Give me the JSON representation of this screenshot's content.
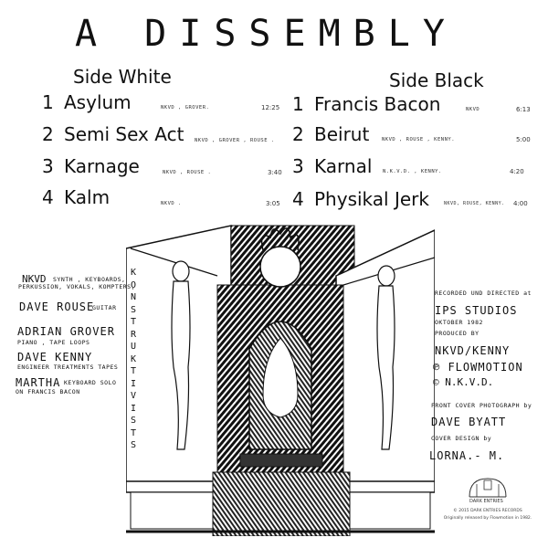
{
  "title": "A DISSEMBLY",
  "side_white": {
    "header": "Side White",
    "tracks": [
      {
        "num": "1",
        "name": "Asylum",
        "credit": "NKVD , GROVER.",
        "duration": "12:25"
      },
      {
        "num": "2",
        "name": "Semi Sex Act",
        "credit": "NKVD , GROVER , ROUSE .",
        "duration": ""
      },
      {
        "num": "3",
        "name": "Karnage",
        "credit": "NKVD , ROUSE .",
        "duration": "3:40"
      },
      {
        "num": "4",
        "name": "Kalm",
        "credit": "NKVD .",
        "duration": "3:05"
      }
    ]
  },
  "side_black": {
    "header": "Side Black",
    "tracks": [
      {
        "num": "1",
        "name": "Francis Bacon",
        "credit": "NKVD",
        "duration": "6:13"
      },
      {
        "num": "2",
        "name": "Beirut",
        "credit": "NKVD , ROUSE , KENNY.",
        "duration": "5:00"
      },
      {
        "num": "3",
        "name": "Karnal",
        "credit": "N.K.V.D. , KENNY.",
        "duration": "4:20"
      },
      {
        "num": "4",
        "name": "Physikal Jerk",
        "credit": "NKVD, ROUSE, KENNY.",
        "duration": "4:00"
      }
    ]
  },
  "vertical_text": "KONSTRUKTIVISTS",
  "personnel": [
    {
      "name": "NKVD",
      "role": "SYNTH , KEYBOARDS,",
      "role2": "PERKUSSION, VOKALS, KOMPTERS,"
    },
    {
      "name": "DAVE ROUSE",
      "role": "GUITAR"
    },
    {
      "name": "ADRIAN GROVER",
      "role": "PIANO , TAPE LOOPS"
    },
    {
      "name": "DAVE KENNY",
      "role": "ENGINEER TREATMENTS TAPES"
    },
    {
      "name": "MARTHA",
      "role": "KEYBOARD SOLO",
      "role2": "ON FRANCIS BACON"
    }
  ],
  "production": {
    "recorded_label": "RECORDED UND DIRECTED at",
    "studio": "IPS STUDIOS",
    "date": "OKTOBER 1982",
    "produced_label": "PRODUCED BY",
    "producer": "NKVD/KENNY",
    "phonogram": "℗ FLOWMOTION",
    "copyright": "© N.K.V.D.",
    "photo_label": "FRONT COVER PHOTOGRAPH by",
    "photographer": "DAVE BYATT",
    "design_label": "COVER DESIGN by",
    "designer": "LORNA.- M."
  },
  "label": {
    "logo_text": "DARK ENTRIES",
    "copyright_line": "© 2015 DARK ENTRIES RECORDS",
    "release_line": "Originally released by Flowmotion in 1982."
  }
}
